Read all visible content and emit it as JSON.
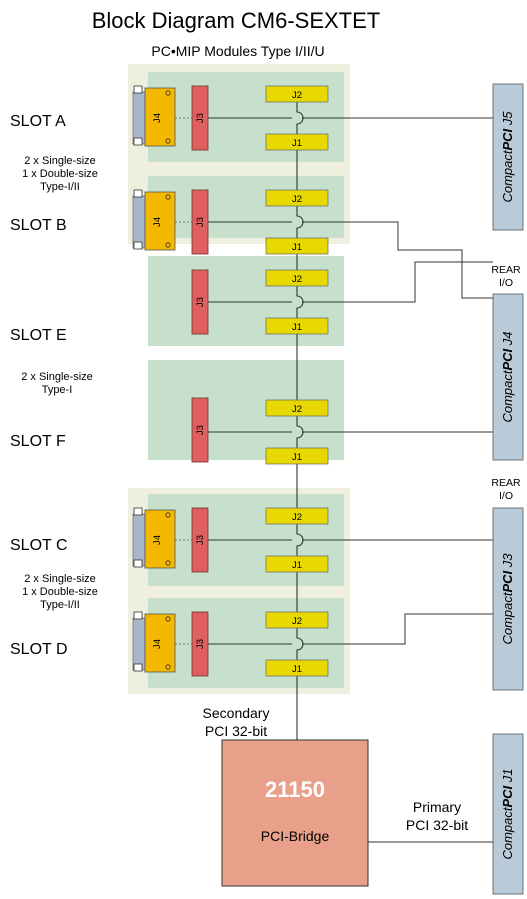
{
  "title": "Block Diagram CM6-SEXTET",
  "subtitle": "PC•MIP Modules Type I/II/U",
  "slots": [
    {
      "label": "SLOT A"
    },
    {
      "label": "SLOT B"
    },
    {
      "label": "SLOT E"
    },
    {
      "label": "SLOT F"
    },
    {
      "label": "SLOT C"
    },
    {
      "label": "SLOT D"
    }
  ],
  "group_notes": {
    "ab": [
      "2 x Single-size",
      "1 x Double-size",
      "Type-I/II"
    ],
    "ef": [
      "2 x Single-size",
      "Type-I"
    ],
    "cd": [
      "2 x Single-size",
      "1 x Double-size",
      "Type-I/II"
    ]
  },
  "connectors": {
    "j1": "J1",
    "j2": "J2",
    "j3": "J3",
    "j4": "J4"
  },
  "compact_pci": {
    "prefix": "Compact",
    "suffix": "PCI",
    "j5": "J5",
    "j4": "J4",
    "j3": "J3",
    "j1": "J1"
  },
  "rear_io": [
    "REAR",
    "I/O"
  ],
  "secondary_bus": [
    "Secondary",
    "PCI 32-bit"
  ],
  "primary_bus": [
    "Primary",
    "PCI 32-bit"
  ],
  "bridge": {
    "chip": "21150",
    "name": "PCI-Bridge"
  },
  "colors": {
    "group_bg": "#efefe0",
    "module": "#c6e0cc",
    "jconn": "#e6d800",
    "j3": "#e06060",
    "j4": "#f5b800",
    "bracket": "#a8b8c8",
    "cpci": "#b9cad8",
    "bridge": "#e8a08a"
  }
}
